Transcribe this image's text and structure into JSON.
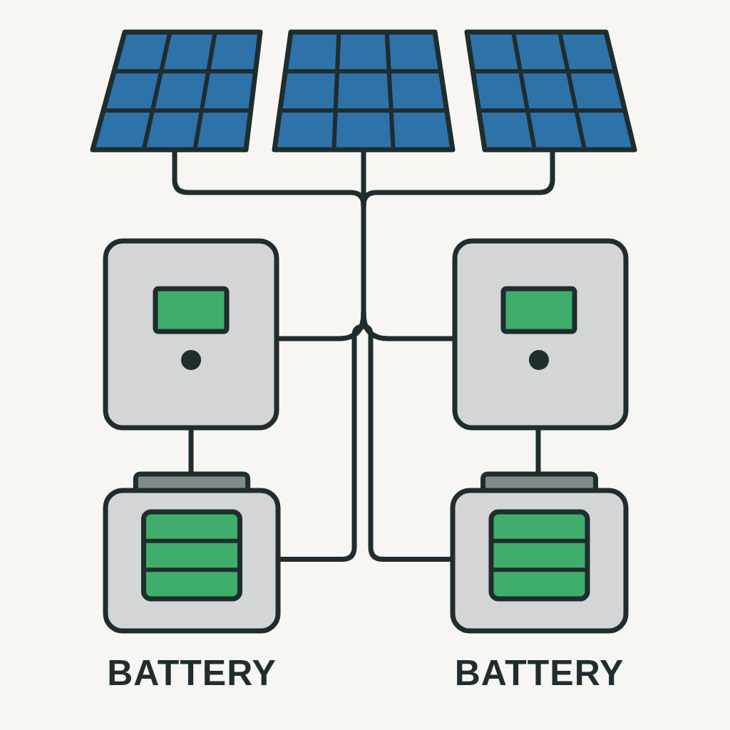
{
  "diagram": {
    "nodes": [
      {
        "text": [
          "BATTERY"
        ]
      },
      {
        "text": [
          "BATTERY"
        ]
      }
    ],
    "edges": [
      {
        "from": 0,
        "to": 1,
        "arrow": "none"
      }
    ]
  }
}
